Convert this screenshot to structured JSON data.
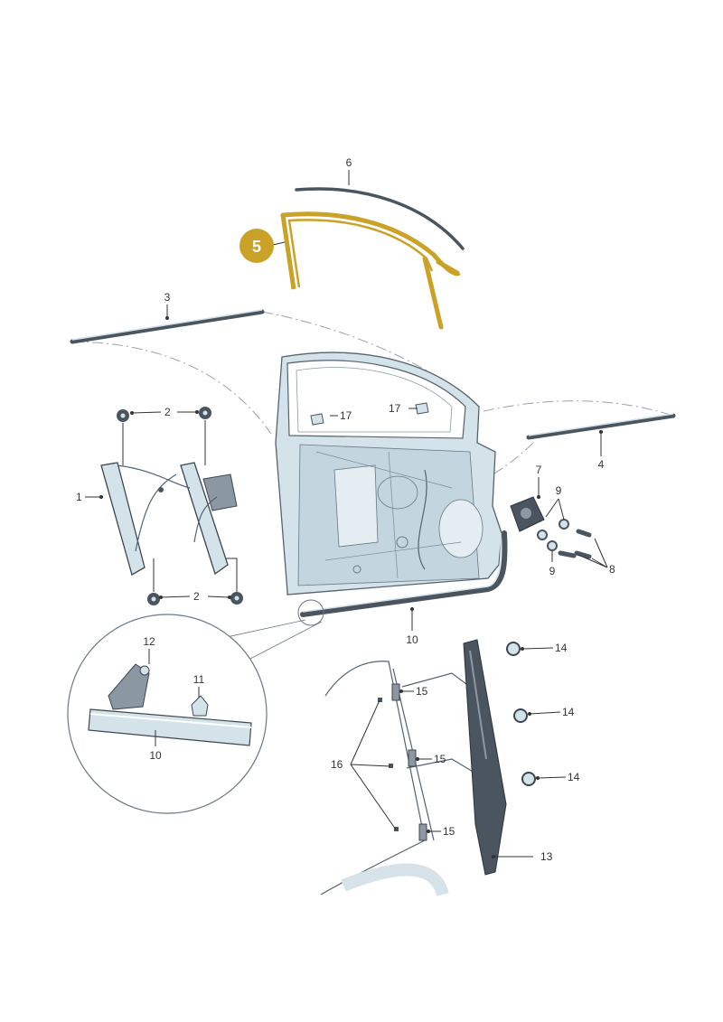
{
  "colors": {
    "highlight": "#C9A227",
    "badge": "#C9A227",
    "part_fill": "#D4E3EA",
    "part_dark": "#4A5560",
    "line": "#333333"
  },
  "highlight_badge": {
    "number": "5"
  },
  "callouts": {
    "c1": "1",
    "c2a": "2",
    "c2b": "2",
    "c3": "3",
    "c4": "4",
    "c6": "6",
    "c7": "7",
    "c8": "8",
    "c9a": "9",
    "c9b": "9",
    "c10a": "10",
    "c10b": "10",
    "c11": "11",
    "c12": "12",
    "c13": "13",
    "c14a": "14",
    "c14b": "14",
    "c14c": "14",
    "c15a": "15",
    "c15b": "15",
    "c15c": "15",
    "c16": "16",
    "c17a": "17",
    "c17b": "17"
  }
}
